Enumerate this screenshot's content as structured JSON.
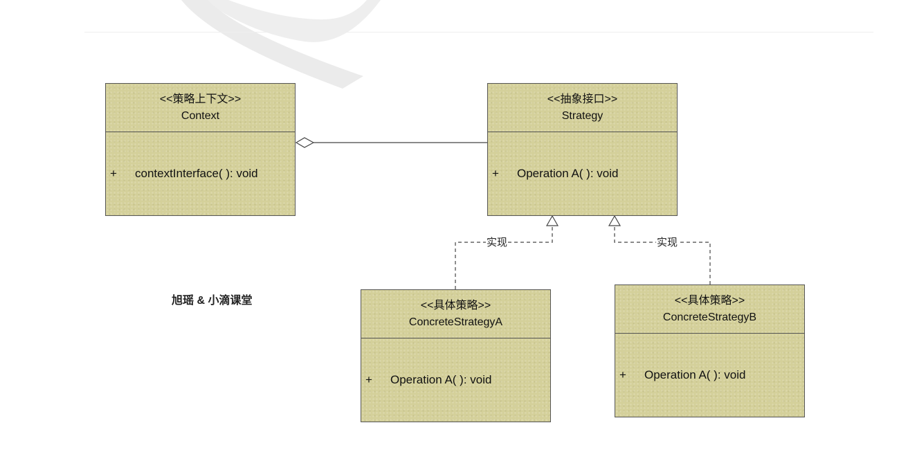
{
  "classes": {
    "context": {
      "stereotype": "<<策略上下文>>",
      "name": "Context",
      "op_visibility": "+",
      "op": "contextInterface( ): void"
    },
    "strategy": {
      "stereotype": "<<抽象接口>>",
      "name": "Strategy",
      "op_visibility": "+",
      "op": "Operation A( ): void"
    },
    "concrete_a": {
      "stereotype": "<<具体策略>>",
      "name": "ConcreteStrategyA",
      "op_visibility": "+",
      "op": "Operation A( ): void"
    },
    "concrete_b": {
      "stereotype": "<<具体策略>>",
      "name": "ConcreteStrategyB",
      "op_visibility": "+",
      "op": "Operation A( ): void"
    }
  },
  "relations": {
    "aggregation": {
      "from": "Context",
      "to": "Strategy",
      "kind": "aggregation"
    },
    "realize_a": {
      "from": "ConcreteStrategyA",
      "to": "Strategy",
      "kind": "realization",
      "label": "实现"
    },
    "realize_b": {
      "from": "ConcreteStrategyB",
      "to": "Strategy",
      "kind": "realization",
      "label": "实现"
    }
  },
  "credit": "旭瑶 & 小滴课堂",
  "colors": {
    "class_fill": "#d4d09a",
    "border": "#555555",
    "watermark": "#e9e9e9"
  }
}
